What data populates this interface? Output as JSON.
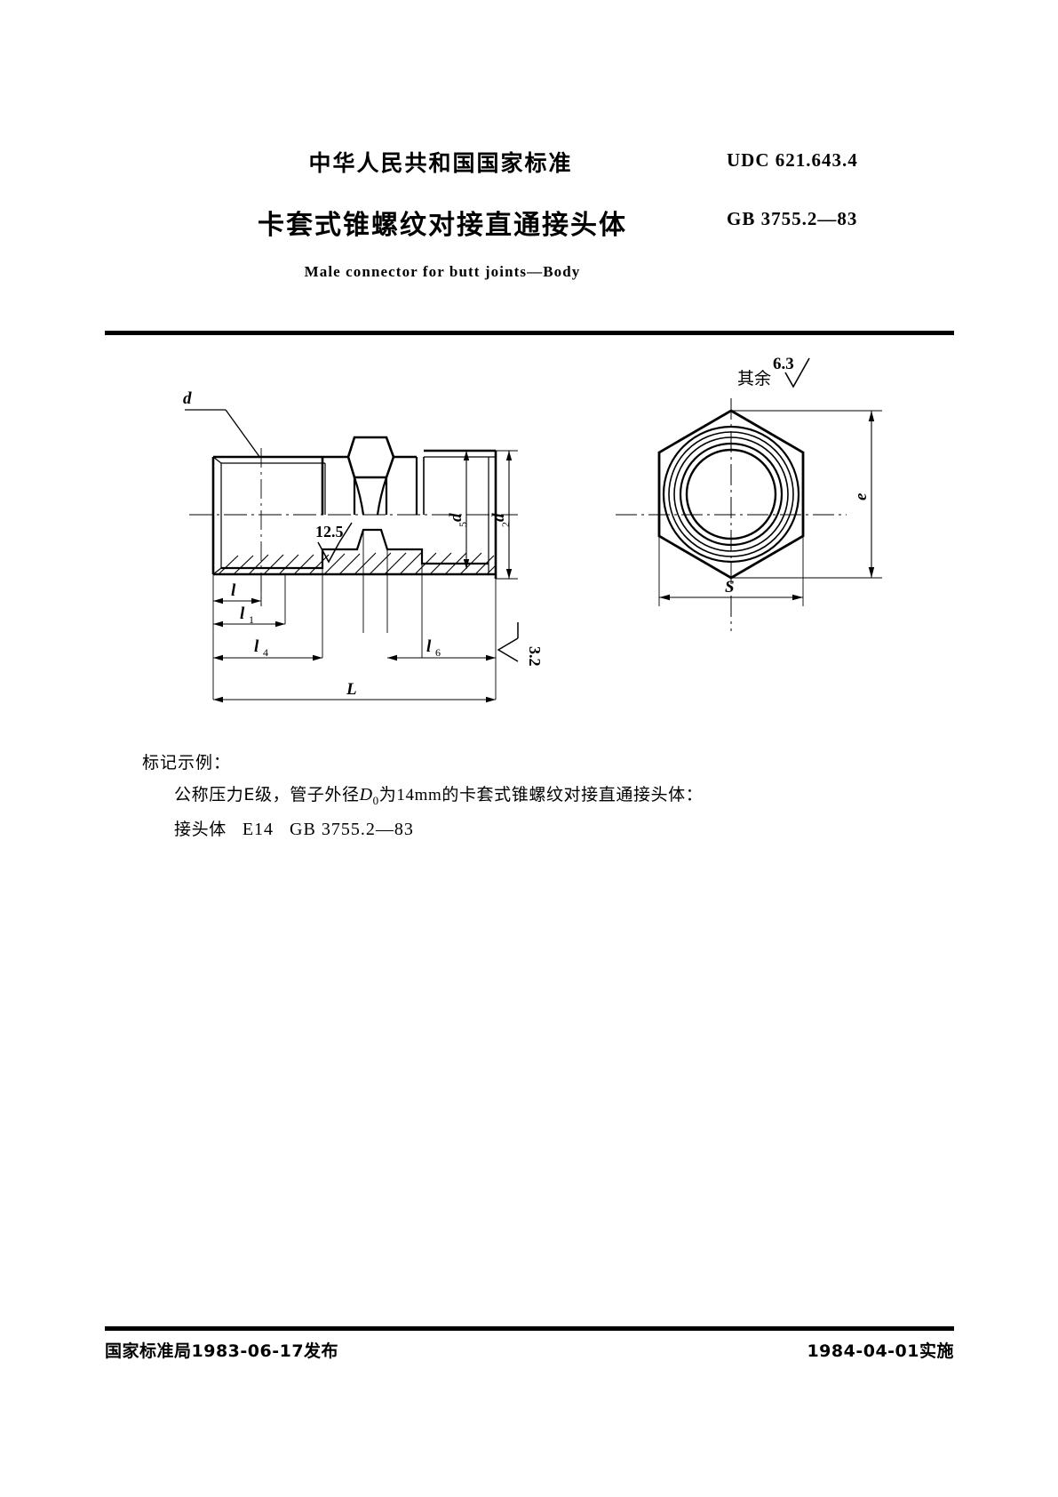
{
  "header": {
    "national_standard": "中华人民共和国国家标准",
    "udc": "UDC  621.643.4",
    "title_cn": "卡套式锥螺纹对接直通接头体",
    "standard_no": "GB  3755.2—83",
    "title_en": "Male connector for butt joints—Body"
  },
  "drawing": {
    "general_finish_label": "其余",
    "general_finish_value": "6.3",
    "section_finish_value": "12.5",
    "bottom_finish_value": "3.2",
    "labels": {
      "d": "d",
      "d5": "d",
      "d5_sub": "5",
      "d2": "d",
      "d2_sub": "2",
      "l": "l",
      "l1": "l",
      "l1_sub": "1",
      "l4": "l",
      "l4_sub": "4",
      "l6": "l",
      "l6_sub": "6",
      "L": "L",
      "e": "e",
      "S": "S"
    }
  },
  "marking": {
    "title": "标记示例：",
    "example_prefix": "公称压力E级，管子外径",
    "example_symbol": "D",
    "example_symbol_sub": "0",
    "example_middle": "为",
    "example_size": "14mm",
    "example_suffix": "的卡套式锥螺纹对接直通接头体：",
    "designation_name": "接头体",
    "designation_code": "E14",
    "designation_standard": "GB  3755.2—83"
  },
  "footer": {
    "issued": "国家标准局1983-06-17发布",
    "effective": "1984-04-01实施"
  }
}
